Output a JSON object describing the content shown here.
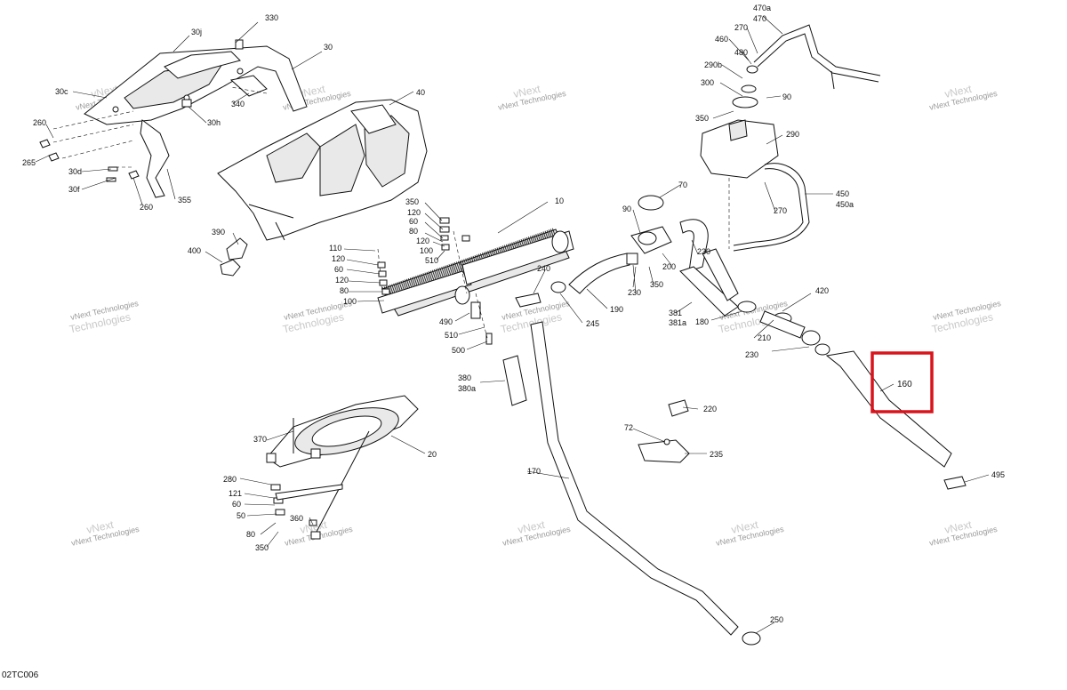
{
  "diagram": {
    "reference_code": "02TC006",
    "watermark_lines": [
      "vNext Technologies"
    ],
    "watermark_large": [
      "vNext",
      "Technologies"
    ],
    "highlight": {
      "label": "160",
      "color": "#d9141c"
    },
    "callouts": {
      "c30j": "30j",
      "c330": "330",
      "c30": "30",
      "c30c": "30c",
      "c260a": "260",
      "c265": "265",
      "c30d": "30d",
      "c30f": "30f",
      "c260b": "260",
      "c355": "355",
      "c30h": "30h",
      "c340": "340",
      "c40": "40",
      "c390": "390",
      "c400": "400",
      "c350a": "350",
      "c120a": "120",
      "c60a": "60",
      "c80a": "80",
      "c120b": "120",
      "c100a": "100",
      "c510a": "510",
      "c10": "10",
      "c110": "110",
      "c120c": "120",
      "c60b": "60",
      "c120d": "120",
      "c80b": "80",
      "c100b": "100",
      "c490": "490",
      "c510b": "510",
      "c500": "500",
      "c240": "240",
      "c245": "245",
      "c190": "190",
      "c380": "380",
      "c380a": "380a",
      "c170": "170",
      "c250": "250",
      "c370": "370",
      "c20": "20",
      "c280": "280",
      "c121": "121",
      "c60c": "60",
      "c50": "50",
      "c360": "360",
      "c80c": "80",
      "c350b": "350",
      "c470a": "470a",
      "c470": "470",
      "c270a": "270",
      "c460": "460",
      "c480": "480",
      "c290b": "290b",
      "c300": "300",
      "c90a": "90",
      "c350c": "350",
      "c290": "290",
      "c70": "70",
      "c90b": "90",
      "c450": "450",
      "c450a": "450a",
      "c270b": "270",
      "c230a": "230",
      "c200": "200",
      "c230b": "230",
      "c350d": "350",
      "c381": "381",
      "c381a": "381a",
      "c180": "180",
      "c210": "210",
      "c230c": "230",
      "c420": "420",
      "c220": "220",
      "c72": "72",
      "c235": "235",
      "c495": "495"
    }
  }
}
